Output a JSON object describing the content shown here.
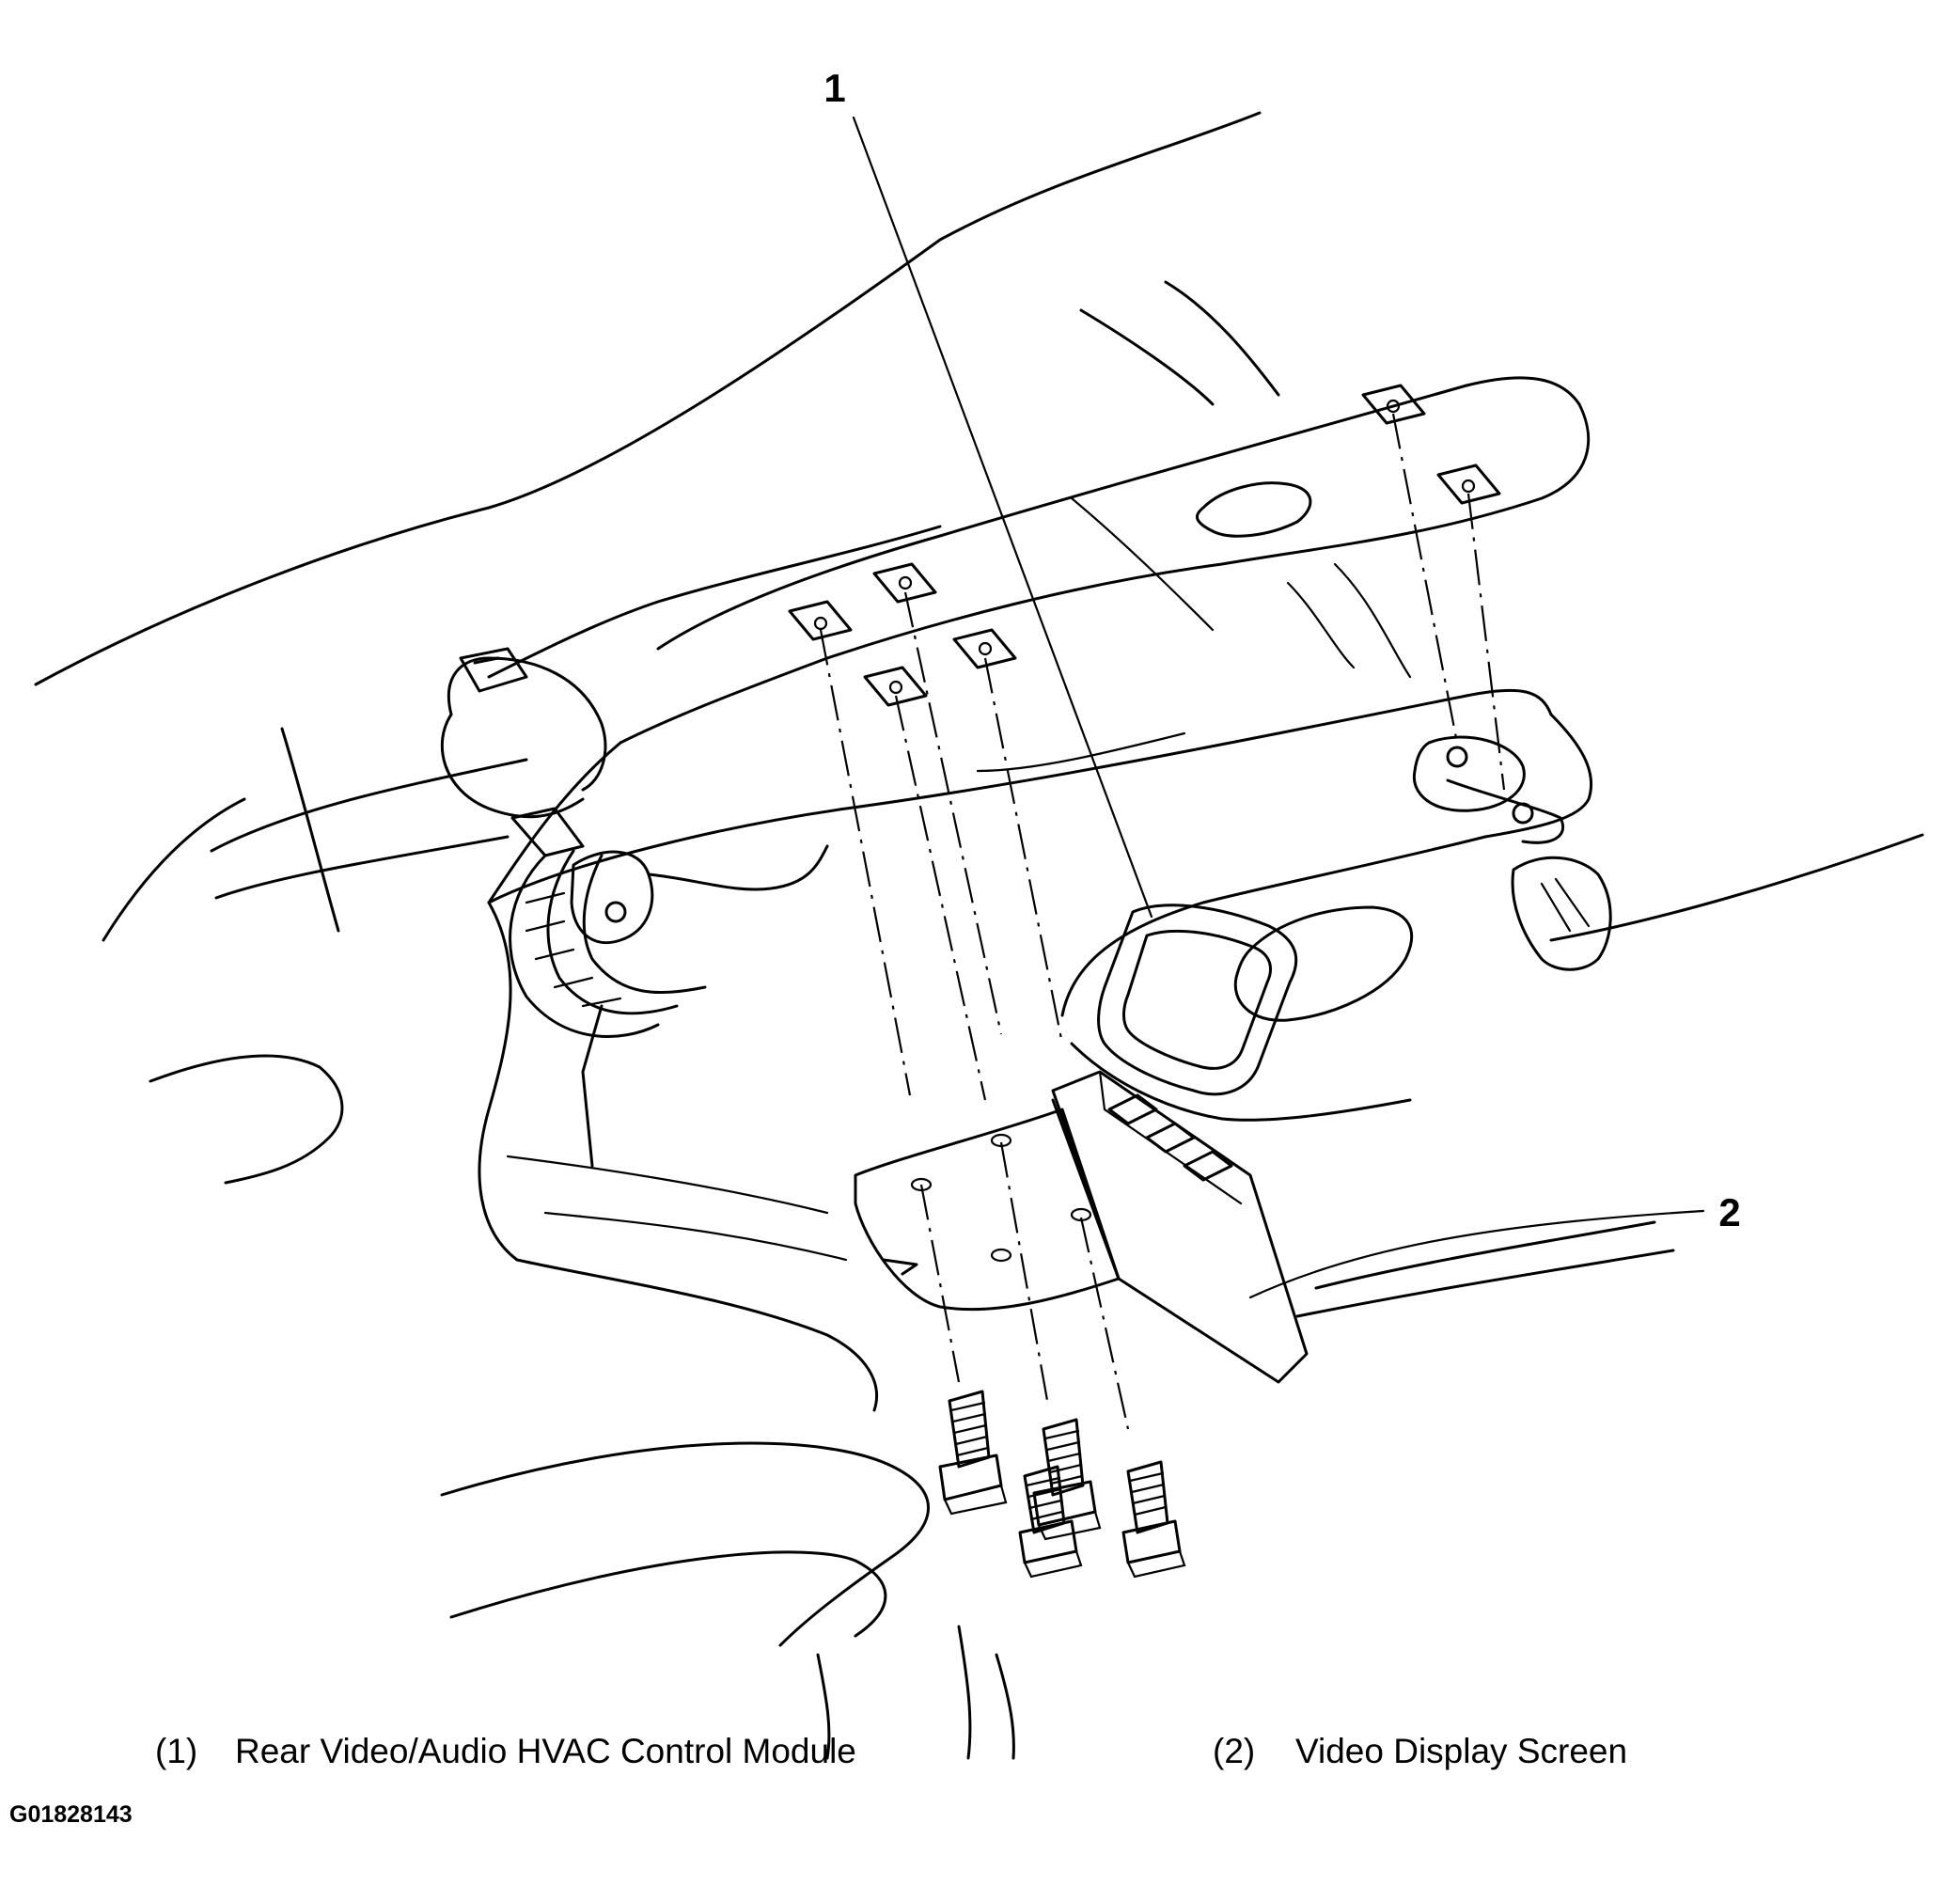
{
  "callouts": [
    {
      "number": "1",
      "label": "Rear Video/Audio HVAC Control Module"
    },
    {
      "number": "2",
      "label": "Video Display Screen"
    }
  ],
  "legend": [
    {
      "index": "(1)",
      "text": "Rear Video/Audio HVAC Control Module"
    },
    {
      "index": "(2)",
      "text": "Video Display Screen"
    }
  ],
  "figure_id": "G01828143"
}
